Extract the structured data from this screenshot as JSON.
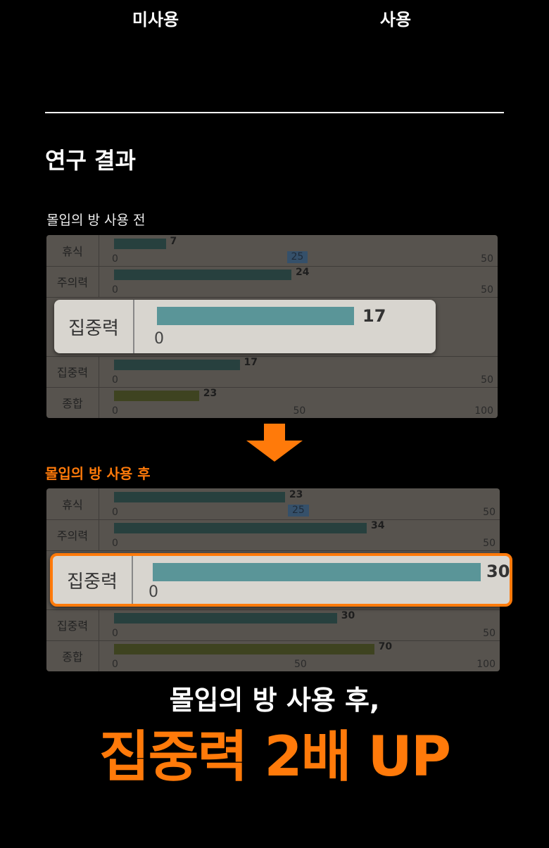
{
  "top_modes": [
    {
      "label": "미사용"
    },
    {
      "label": "사용"
    }
  ],
  "section_title": "연구 결과",
  "before": {
    "caption": "몰입의 방 사용 전",
    "rows": [
      {
        "label": "휴식",
        "value": 7,
        "max": 50,
        "tick_end": "50",
        "color": "#27403e"
      },
      {
        "label": "주의력",
        "value": 24,
        "max": 50,
        "tick_end": "50",
        "color": "#27403e"
      },
      {
        "label": "집중력",
        "value": 17,
        "max": 50,
        "tick_end": "50",
        "color": "#27403e"
      },
      {
        "label": "종합",
        "value": 23,
        "max": 100,
        "tick_end": "100",
        "color": "#3e4320"
      }
    ],
    "marker": "25",
    "highlight": {
      "label": "집중력",
      "value": "17",
      "zero": "0"
    },
    "ticks": {
      "zero": "0",
      "mid": "50"
    }
  },
  "after": {
    "caption": "몰입의 방 사용 후",
    "rows": [
      {
        "label": "휴식",
        "value": 23,
        "max": 50,
        "tick_end": "50",
        "color": "#27403e"
      },
      {
        "label": "주의력",
        "value": 34,
        "max": 50,
        "tick_end": "50",
        "color": "#27403e"
      },
      {
        "label": "집중력",
        "value": 30,
        "max": 50,
        "tick_end": "50",
        "color": "#27403e"
      },
      {
        "label": "종합",
        "value": 70,
        "max": 100,
        "tick_end": "100",
        "color": "#3e4320"
      }
    ],
    "marker": "25",
    "highlight": {
      "label": "집중력",
      "value": "30",
      "zero": "0"
    },
    "ticks": {
      "zero": "0",
      "mid": "50"
    }
  },
  "headline": "몰입의 방 사용 후,",
  "big_headline": "집중력 2배 UP",
  "colors": {
    "accent": "#ff7a0a"
  }
}
